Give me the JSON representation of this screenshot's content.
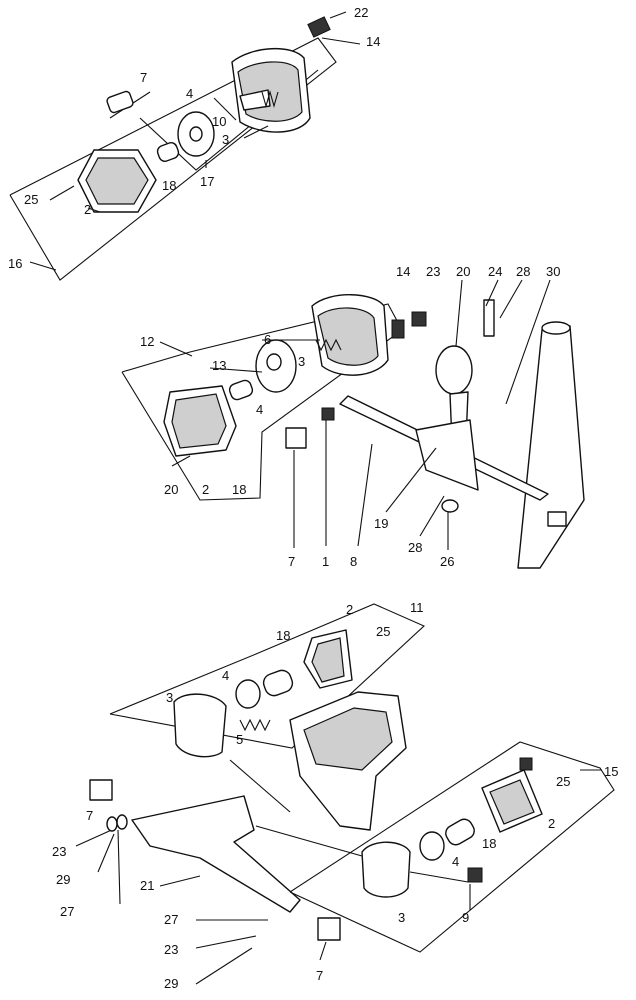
{
  "labels": {
    "l22": "22",
    "l14a": "14",
    "l7a": "7",
    "l4a": "4",
    "l10": "10",
    "l3a": "3",
    "l25a": "25",
    "l2a": "2",
    "l18a": "18",
    "l17": "17",
    "l16": "16",
    "l14b": "14",
    "l23a": "23",
    "l20a": "20",
    "l24": "24",
    "l28a": "28",
    "l30": "30",
    "l12": "12",
    "l6": "6",
    "l13": "13",
    "l3b": "3",
    "l4b": "4",
    "l20b": "20",
    "l2b": "2",
    "l18b": "18",
    "l7b": "7",
    "l1": "1",
    "l8": "8",
    "l19": "19",
    "l28b": "28",
    "l26": "26",
    "l11": "11",
    "l2c": "2",
    "l18c": "18",
    "l25b": "25",
    "l4c": "4",
    "l3c": "3",
    "l5": "5",
    "l15": "15",
    "l25c": "25",
    "l2d": "2",
    "l18d": "18",
    "l4d": "4",
    "l9": "9",
    "l3d": "3",
    "l7c": "7",
    "l23b": "23",
    "l29a": "29",
    "l27a": "27",
    "l21": "21",
    "l27b": "27",
    "l23c": "23",
    "l29b": "29",
    "l7d": "7"
  }
}
